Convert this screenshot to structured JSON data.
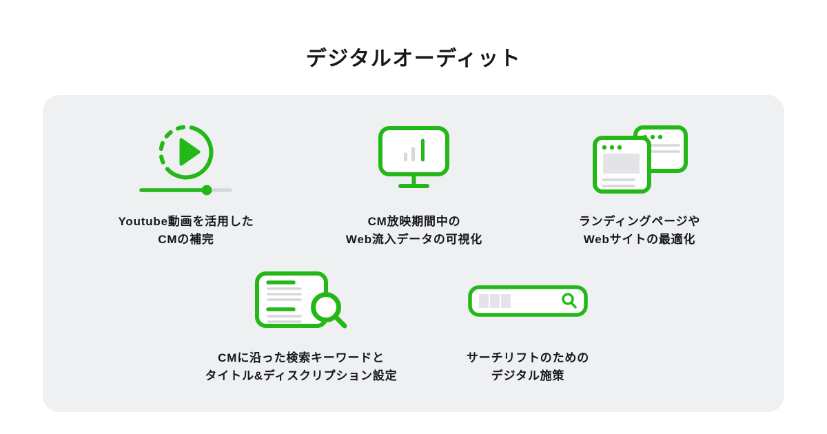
{
  "page": {
    "title": "デジタルオーディット",
    "background": "#ffffff"
  },
  "card": {
    "background": "#eff0f2"
  },
  "colors": {
    "green": "#23b818",
    "gray_stroke": "#d5d7db",
    "gray_fill": "#e3e4e8",
    "text": "#15171a"
  },
  "features": [
    {
      "name": "youtube-cm-support",
      "icon": "video-play-icon",
      "lines": [
        "Youtube動画を活用した",
        "CMの補完"
      ]
    },
    {
      "name": "web-traffic-visualization",
      "icon": "monitor-bar-chart-icon",
      "lines": [
        "CM放映期間中の",
        "Web流入データの可視化"
      ]
    },
    {
      "name": "landing-page-optimization",
      "icon": "browser-windows-icon",
      "lines": [
        "ランディングページや",
        "Webサイトの最適化"
      ]
    },
    {
      "name": "search-keyword-settings",
      "icon": "document-search-icon",
      "lines": [
        "CMに沿った検索キーワードと",
        "タイトル&ディスクリプション設定"
      ]
    },
    {
      "name": "search-lift-measures",
      "icon": "search-bar-icon",
      "lines": [
        "サーチリフトのための",
        "デジタル施策"
      ]
    }
  ]
}
